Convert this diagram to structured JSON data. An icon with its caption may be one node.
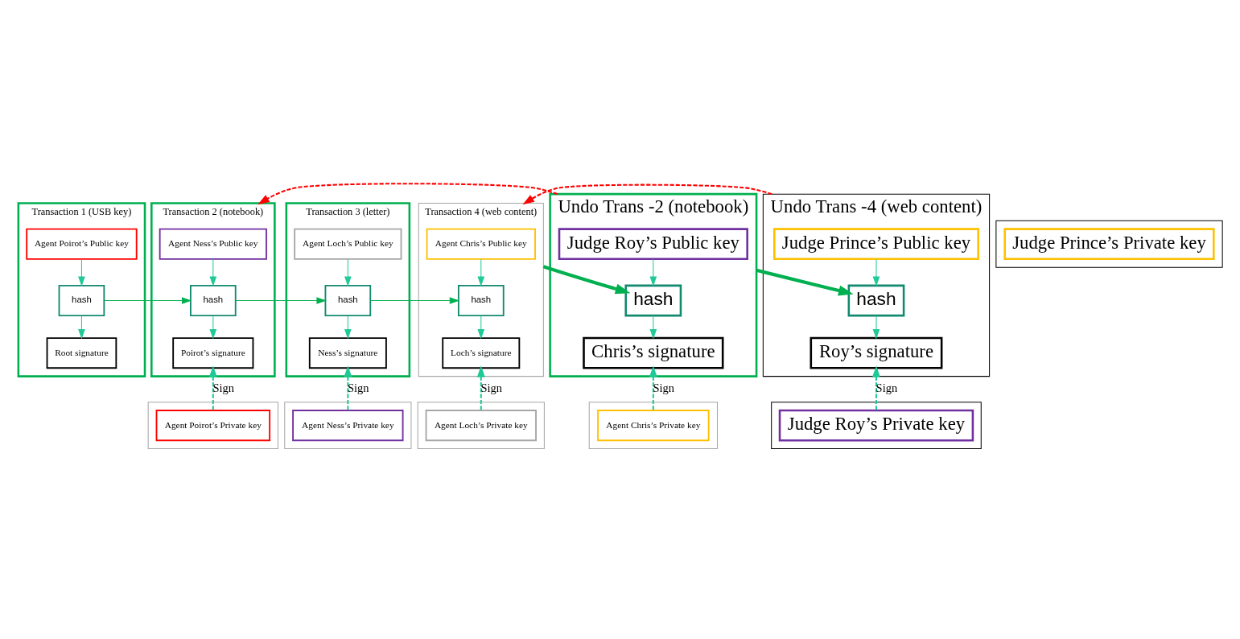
{
  "diagram": {
    "nodes": [
      {
        "text": [
          "Transaction 1 (USB key)"
        ]
      },
      {
        "text": [
          "Agent Poirot’s Public key"
        ],
        "in": 0
      },
      {
        "text": [
          "hash"
        ],
        "in": 0
      },
      {
        "text": [
          "Root signature"
        ],
        "in": 0
      },
      {
        "text": [
          "Transaction 2 (notebook)"
        ]
      },
      {
        "text": [
          "Agent Ness’s Public key"
        ],
        "in": 4
      },
      {
        "text": [
          "hash"
        ],
        "in": 4
      },
      {
        "text": [
          "Poirot’s signature"
        ],
        "in": 4
      },
      {
        "text": [
          "Transaction 3 (letter)"
        ]
      },
      {
        "text": [
          "Agent Loch’s Public key"
        ],
        "in": 8
      },
      {
        "text": [
          "hash"
        ],
        "in": 8
      },
      {
        "text": [
          "Ness’s signature"
        ],
        "in": 8
      },
      {
        "text": [
          "Transaction 4 (web content)"
        ]
      },
      {
        "text": [
          "Agent Chris’s Public key"
        ],
        "in": 12
      },
      {
        "text": [
          "hash"
        ],
        "in": 12
      },
      {
        "text": [
          "Loch’s signature"
        ],
        "in": 12
      },
      {
        "text": [
          "Undo Trans -2 (notebook)"
        ]
      },
      {
        "text": [
          "Judge Roy’s Public key"
        ],
        "in": 16
      },
      {
        "text": [
          "hash"
        ],
        "in": 16
      },
      {
        "text": [
          "Chris’s signature"
        ],
        "in": 16
      },
      {
        "text": [
          "Undo Trans -4 (web content)"
        ]
      },
      {
        "text": [
          "Judge Prince’s Public key"
        ],
        "in": 20
      },
      {
        "text": [
          "hash"
        ],
        "in": 20
      },
      {
        "text": [
          "Roy’s signature"
        ],
        "in": 20
      },
      {
        "text": [],
        "shape": "box"
      },
      {
        "text": [
          "Agent Poirot’s Private key"
        ],
        "in": 24
      },
      {
        "text": [],
        "shape": "box"
      },
      {
        "text": [
          "Agent Ness’s Private key"
        ],
        "in": 26
      },
      {
        "text": [],
        "shape": "box"
      },
      {
        "text": [
          "Agent Loch’s Private key"
        ],
        "in": 28
      },
      {
        "text": [],
        "shape": "box"
      },
      {
        "text": [
          "Agent Chris’s Private key"
        ],
        "in": 30
      },
      {
        "text": [],
        "shape": "box"
      },
      {
        "text": [
          "Judge Roy’s Private key"
        ],
        "in": 32
      },
      {
        "text": [],
        "shape": "box"
      },
      {
        "text": [
          "Judge Prince’s Private key"
        ],
        "in": 34
      }
    ],
    "edges": [
      {
        "from": 1,
        "to": 2,
        "arrow": "to"
      },
      {
        "from": 2,
        "to": 3,
        "arrow": "to"
      },
      {
        "from": 5,
        "to": 6,
        "arrow": "to"
      },
      {
        "from": 6,
        "to": 7,
        "arrow": "to"
      },
      {
        "from": 9,
        "to": 10,
        "arrow": "to"
      },
      {
        "from": 10,
        "to": 11,
        "arrow": "to"
      },
      {
        "from": 13,
        "to": 14,
        "arrow": "to"
      },
      {
        "from": 14,
        "to": 15,
        "arrow": "to"
      },
      {
        "from": 17,
        "to": 18,
        "arrow": "to"
      },
      {
        "from": 18,
        "to": 19,
        "arrow": "to"
      },
      {
        "from": 21,
        "to": 22,
        "arrow": "to"
      },
      {
        "from": 22,
        "to": 23,
        "arrow": "to"
      },
      {
        "from": 2,
        "to": 6,
        "arrow": "to",
        "color": "#00b050"
      },
      {
        "from": 6,
        "to": 10,
        "arrow": "to",
        "color": "#00b050"
      },
      {
        "from": 10,
        "to": 14,
        "arrow": "to",
        "color": "#00b050"
      },
      {
        "from": 12,
        "to": 18,
        "arrow": "to",
        "style": "thick",
        "color": "#00b050"
      },
      {
        "from": 16,
        "to": 22,
        "arrow": "to",
        "style": "thick",
        "color": "#00b050"
      },
      {
        "from": 25,
        "to": 7,
        "arrow": "to",
        "label": "Sign",
        "style": "dashed"
      },
      {
        "from": 27,
        "to": 11,
        "arrow": "to",
        "label": "Sign",
        "style": "dashed"
      },
      {
        "from": 29,
        "to": 15,
        "arrow": "to",
        "label": "Sign",
        "style": "dashed"
      },
      {
        "from": 31,
        "to": 19,
        "arrow": "to",
        "label": "Sign",
        "style": "dashed"
      },
      {
        "from": 33,
        "to": 23,
        "arrow": "to",
        "label": "Sign",
        "style": "dashed"
      },
      {
        "from": 16,
        "to": 4,
        "arrow": "to",
        "style": "dashed",
        "color": "#ff0000"
      },
      {
        "from": 20,
        "to": 12,
        "arrow": "to",
        "style": "dashed",
        "color": "#ff0000"
      }
    ]
  }
}
